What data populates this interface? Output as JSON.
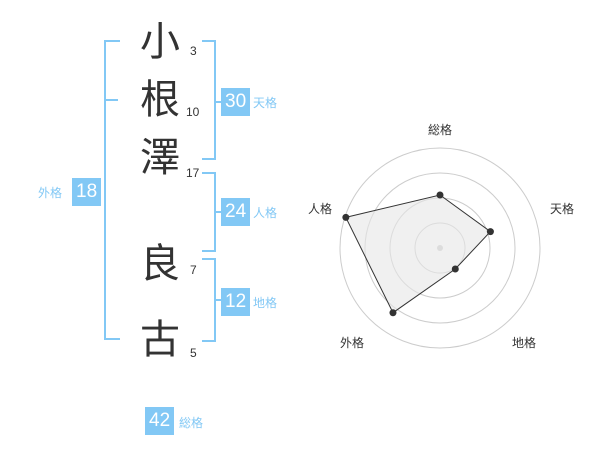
{
  "name_chars": [
    {
      "char": "小",
      "strokes": "3"
    },
    {
      "char": "根",
      "strokes": "10"
    },
    {
      "char": "澤",
      "strokes": "17"
    },
    {
      "char": "良",
      "strokes": "7"
    },
    {
      "char": "古",
      "strokes": "5"
    }
  ],
  "kaku": {
    "tenkaku": {
      "value": "30",
      "label": "天格"
    },
    "jinkaku": {
      "value": "24",
      "label": "人格"
    },
    "chikaku": {
      "value": "12",
      "label": "地格"
    },
    "gaikaku": {
      "value": "18",
      "label": "外格"
    },
    "soukaku": {
      "value": "42",
      "label": "総格"
    }
  },
  "colors": {
    "accent": "#82c8f5",
    "text": "#333333",
    "grid": "#cccccc"
  },
  "chart_data": {
    "type": "radar",
    "axes": [
      "総格",
      "天格",
      "地格",
      "外格",
      "人格"
    ],
    "values": [
      0.53,
      0.53,
      0.26,
      0.8,
      0.99
    ],
    "max": 1,
    "rings": 4
  }
}
